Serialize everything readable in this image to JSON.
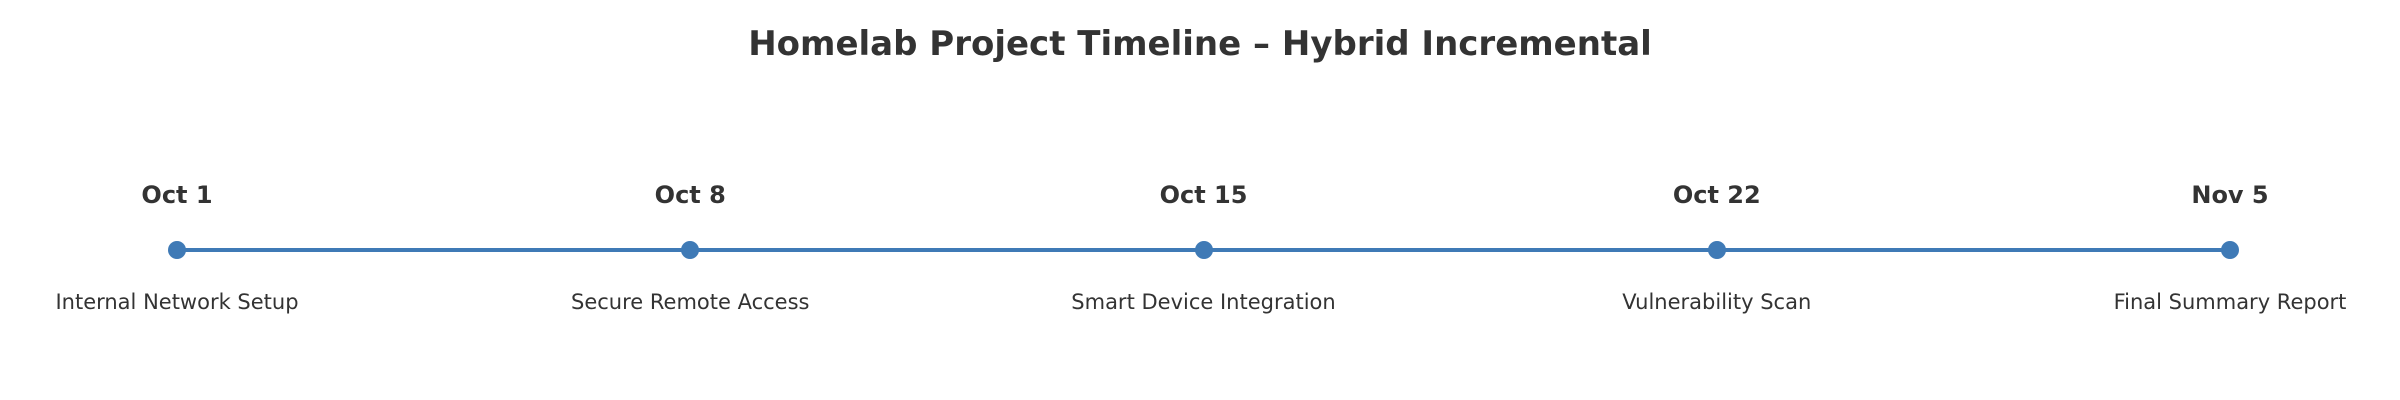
{
  "title": "Homelab Project Timeline – Hybrid Incremental",
  "colors": {
    "line": "#3f7ab6",
    "dot": "#3f7ab6",
    "text": "#333333"
  },
  "milestones": [
    {
      "date": "Oct 1",
      "label": "Internal Network Setup"
    },
    {
      "date": "Oct 8",
      "label": "Secure Remote Access"
    },
    {
      "date": "Oct 15",
      "label": "Smart Device Integration"
    },
    {
      "date": "Oct 22",
      "label": "Vulnerability Scan"
    },
    {
      "date": "Nov 5",
      "label": "Final Summary Report"
    }
  ]
}
